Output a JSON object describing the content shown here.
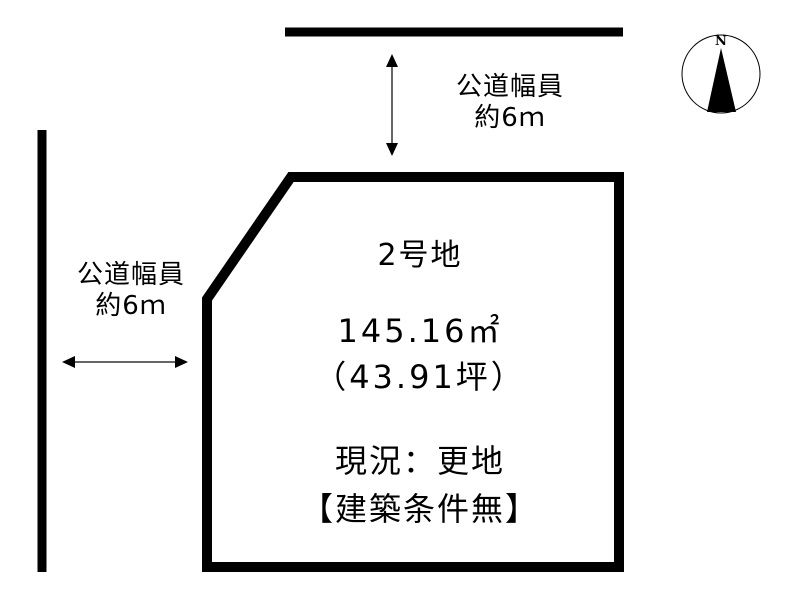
{
  "diagram": {
    "type": "land-plot-survey",
    "colors": {
      "line": "#000000",
      "background": "#ffffff",
      "arrow": "#333333"
    }
  },
  "compass": {
    "label": "N",
    "icon": "north-arrow-icon"
  },
  "roads": {
    "north": {
      "line1": "公道幅員",
      "line2": "約6ｍ"
    },
    "west": {
      "line1": "公道幅員",
      "line2": "約6ｍ"
    }
  },
  "plot": {
    "name": "2号地",
    "area_sqm": "145.16㎡",
    "area_tsubo": "（43.91坪）",
    "status": "現況：更地",
    "condition": "【建築条件無】"
  }
}
